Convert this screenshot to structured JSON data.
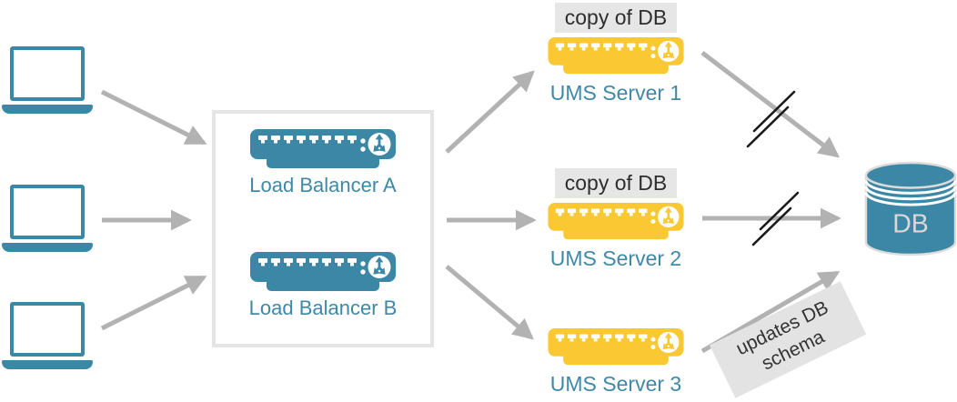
{
  "diagram": {
    "clients": [
      {
        "id": "client-1"
      },
      {
        "id": "client-2"
      },
      {
        "id": "client-3"
      }
    ],
    "load_balancer_box": {
      "items": [
        {
          "label": "Load Balancer A"
        },
        {
          "label": "Load Balancer B"
        }
      ]
    },
    "ums_servers": [
      {
        "label": "UMS Server 1",
        "badge": "copy of DB"
      },
      {
        "label": "UMS Server 2",
        "badge": "copy of DB"
      },
      {
        "label": "UMS Server 3"
      }
    ],
    "database": {
      "label": "DB"
    },
    "annotations": {
      "schema_note": "updates DB schema"
    },
    "connections": [
      {
        "from": "client-1",
        "to": "load-balancer-box"
      },
      {
        "from": "client-2",
        "to": "load-balancer-box"
      },
      {
        "from": "client-3",
        "to": "load-balancer-box"
      },
      {
        "from": "load-balancer-box",
        "to": "UMS Server 1"
      },
      {
        "from": "load-balancer-box",
        "to": "UMS Server 2"
      },
      {
        "from": "load-balancer-box",
        "to": "UMS Server 3"
      },
      {
        "from": "UMS Server 1",
        "to": "DB",
        "marking": "double-slash"
      },
      {
        "from": "UMS Server 2",
        "to": "DB",
        "marking": "double-slash"
      },
      {
        "from": "UMS Server 3",
        "to": "DB",
        "label": "updates DB schema"
      }
    ],
    "colors": {
      "teal": "#3c87a5",
      "yellow": "#fac832",
      "arrow_gray": "#b2b2b2",
      "slash_black": "#1b1b1b",
      "box_border": "#e5e5e5",
      "badge_bg": "#e6e6e6",
      "badge_text": "#2e2e2e",
      "db_label_text": "#d8d8d8"
    },
    "icons": {
      "client": "laptop-icon",
      "load_balancer": "rack-server-icon",
      "ums_server": "rack-server-icon",
      "database": "database-cylinder-icon"
    }
  }
}
